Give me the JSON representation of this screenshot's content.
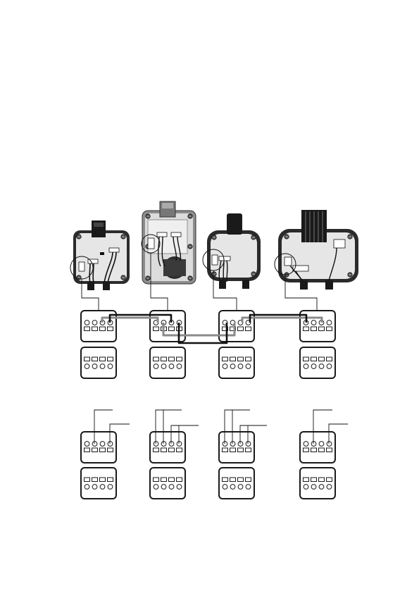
{
  "figure": {
    "devices": [
      {
        "id": "device-1",
        "kind": "enclosure-standard"
      },
      {
        "id": "device-2",
        "kind": "enclosure-with-coil"
      },
      {
        "id": "device-3",
        "kind": "enclosure-compact"
      },
      {
        "id": "device-4",
        "kind": "enclosure-wide"
      }
    ],
    "terminal_blocks_per_row": 4,
    "colors": {
      "outline": "#1a1a1a",
      "body_fill": "#ffffff",
      "device_dark": "#2b2b2b",
      "device_light": "#e6e6e6",
      "wire_gray": "#8a8a8a",
      "wire_black": "#111111"
    },
    "icons": [
      "detail-circle-icon",
      "screw-terminal-icon",
      "cable-gland-icon"
    ]
  }
}
